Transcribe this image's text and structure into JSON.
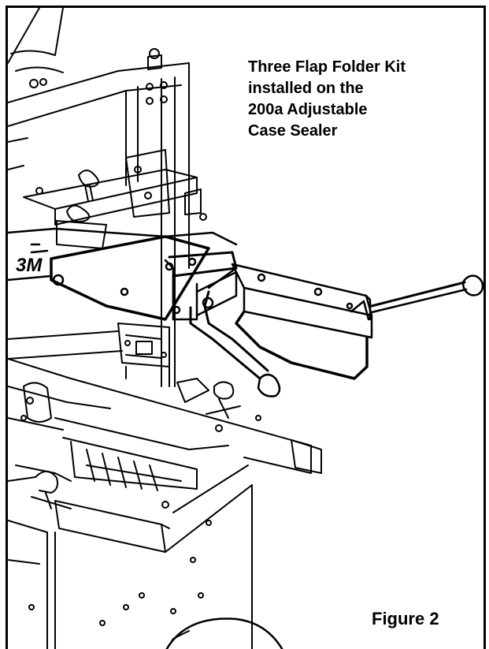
{
  "caption": {
    "line1": "Three Flap Folder Kit",
    "line2": "installed on the",
    "line3": "200a Adjustable",
    "line4": "Case Sealer"
  },
  "figure_label": "Figure 2",
  "brand_logo": "3M",
  "colors": {
    "ink": "#000000",
    "paper": "#ffffff"
  }
}
